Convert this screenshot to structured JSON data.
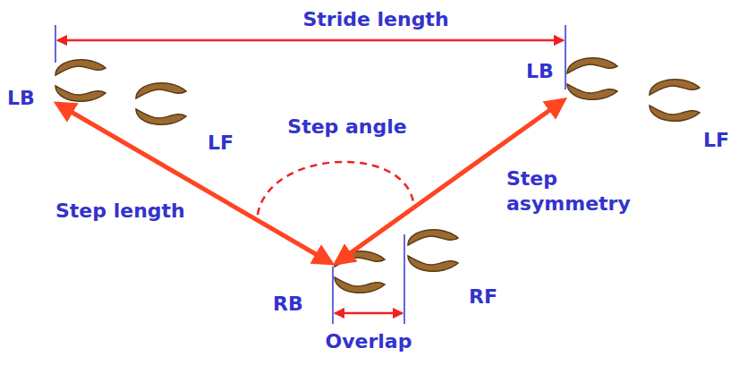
{
  "diagram": {
    "labels": [
      "Stride length",
      "LB",
      "LF",
      "Step angle",
      "LB",
      "LF",
      "Step length",
      "Step asymmetry",
      "RB",
      "RF",
      "Overlap"
    ]
  }
}
